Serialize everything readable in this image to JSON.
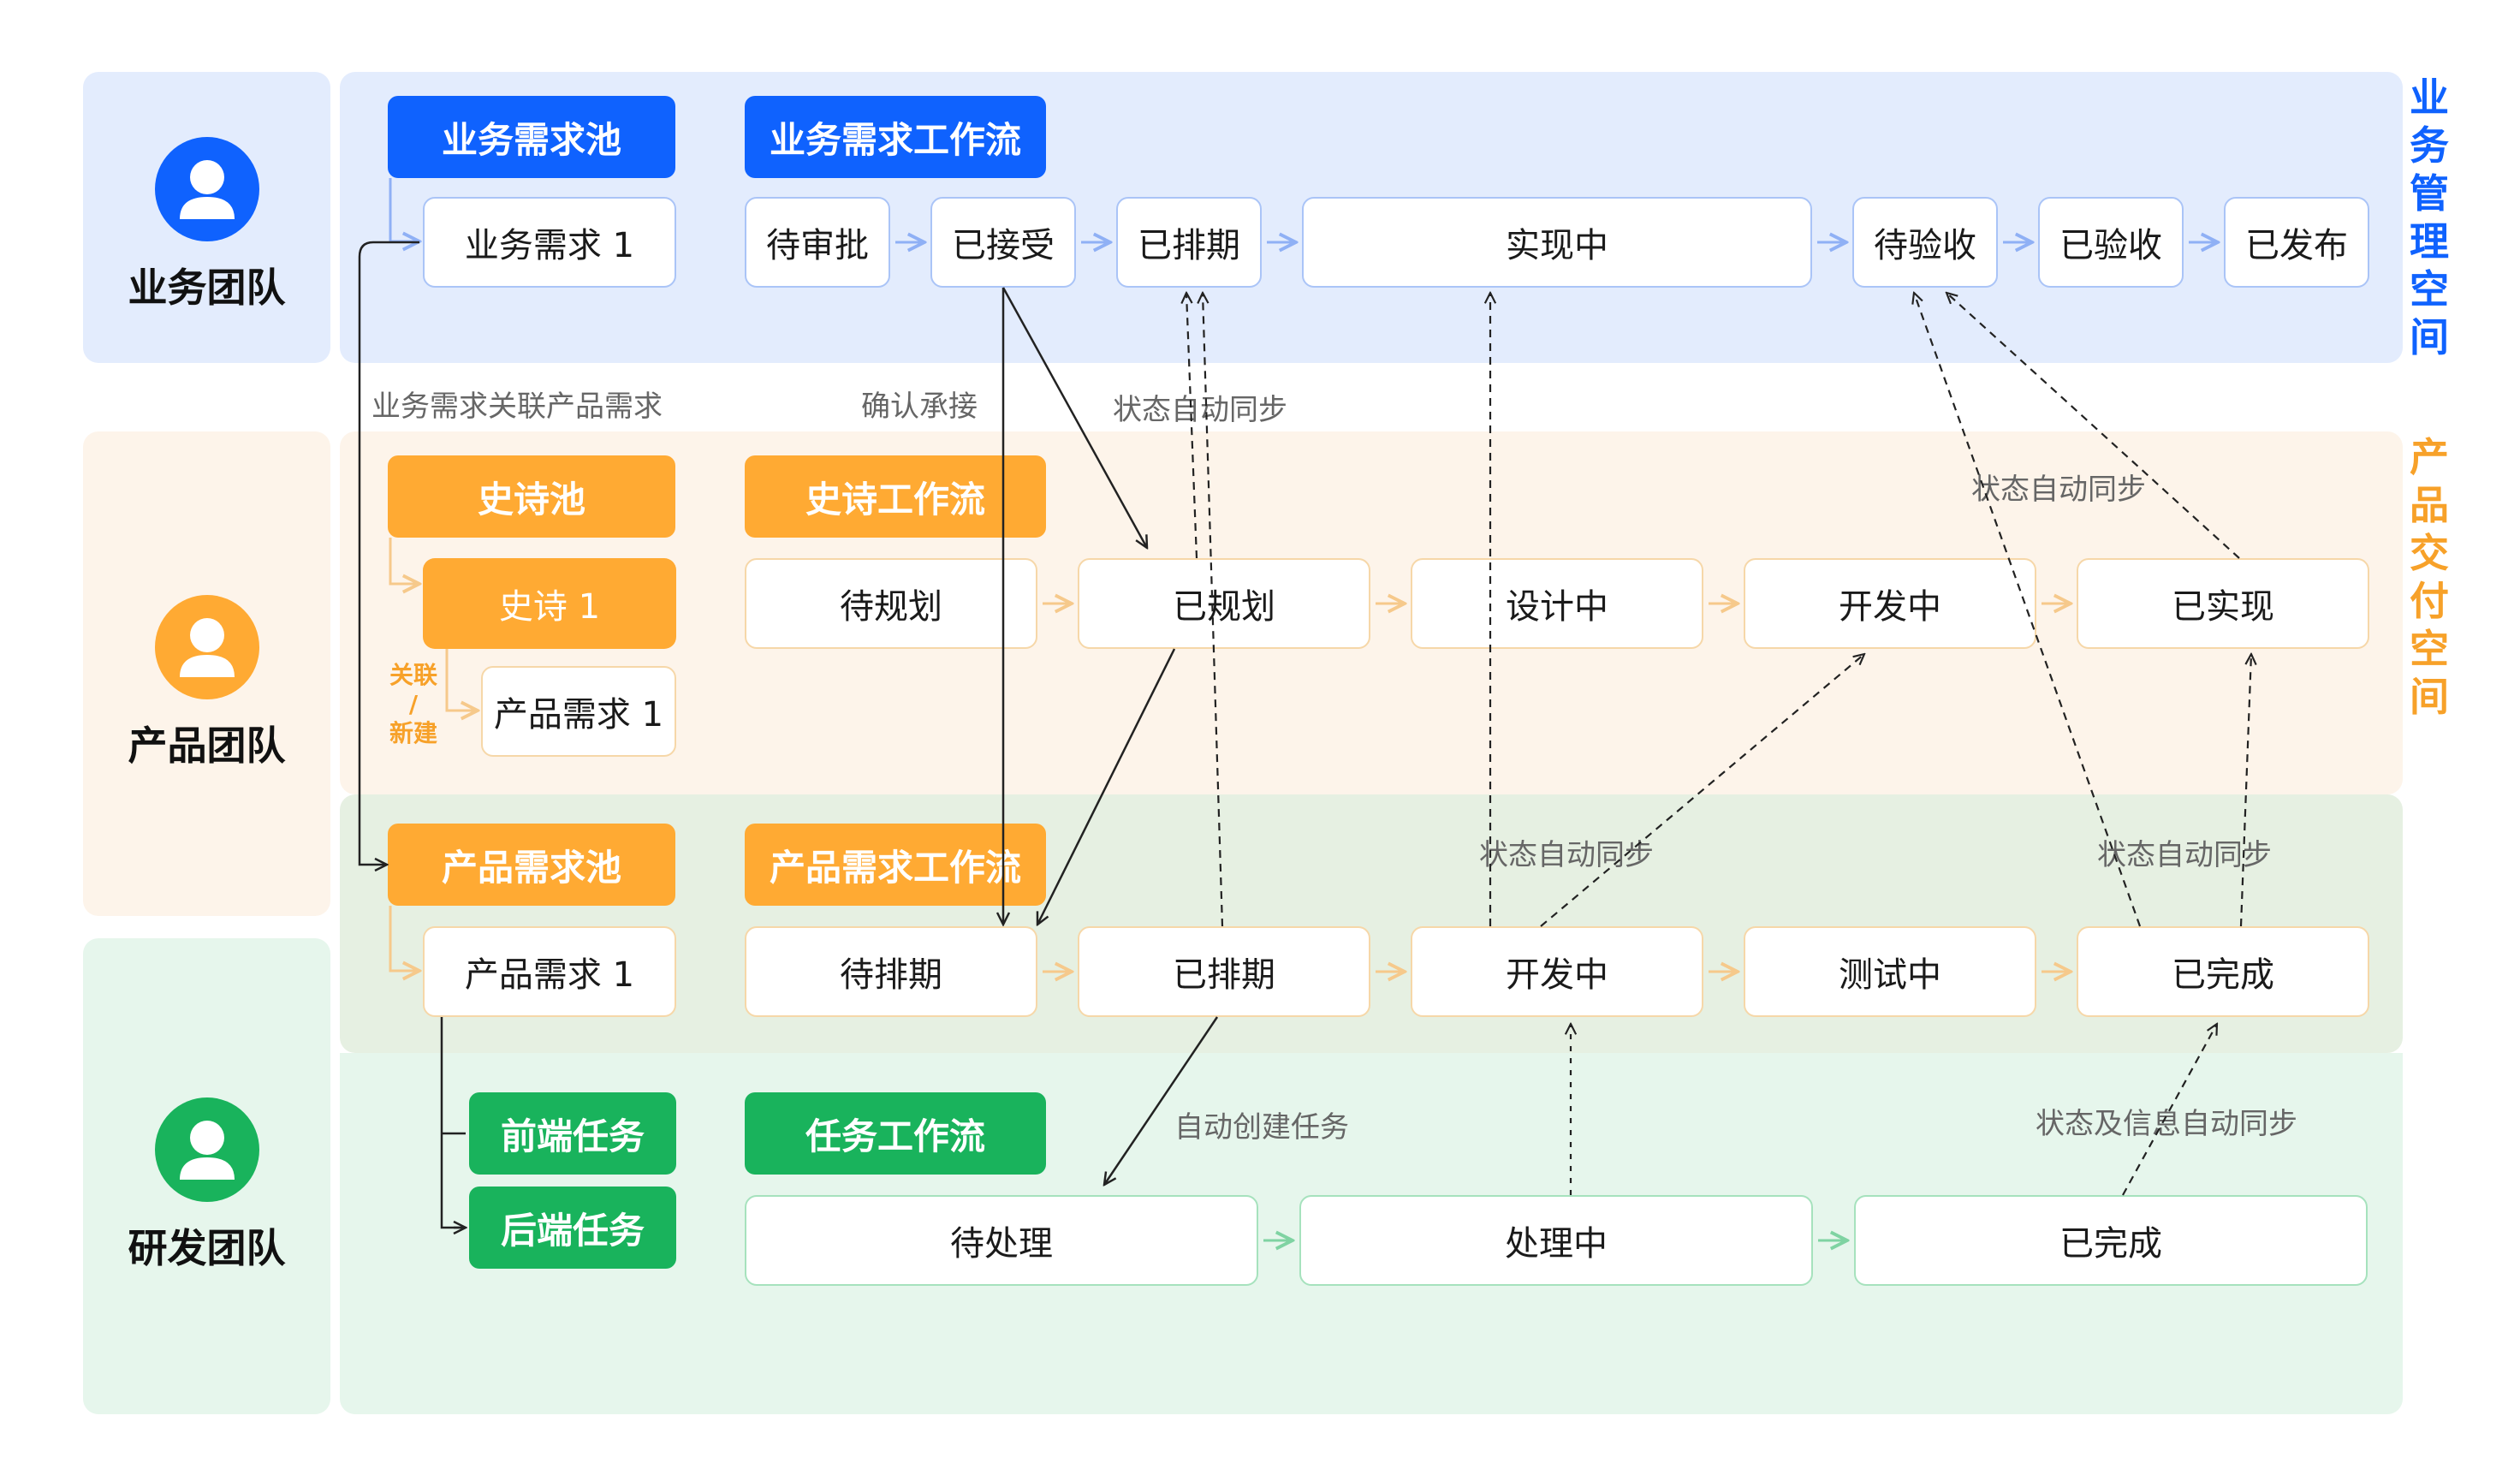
{
  "spaces": {
    "business_title": "业务管理空间",
    "product_title": "产品交付空间"
  },
  "teams": {
    "business": "业务团队",
    "product": "产品团队",
    "rnd": "研发团队"
  },
  "business": {
    "pool_header": "业务需求池",
    "workflow_header": "业务需求工作流",
    "item": "业务需求 1",
    "states": [
      "待审批",
      "已接受",
      "已排期",
      "实现中",
      "待验收",
      "已验收",
      "已发布"
    ]
  },
  "epic": {
    "pool_header": "史诗池",
    "workflow_header": "史诗工作流",
    "item": "史诗 1",
    "linked_item": "产品需求 1",
    "link_label_1": "关联",
    "link_label_2": "/",
    "link_label_3": "新建",
    "states": [
      "待规划",
      "已规划",
      "设计中",
      "开发中",
      "已实现"
    ]
  },
  "product_req": {
    "pool_header": "产品需求池",
    "workflow_header": "产品需求工作流",
    "item": "产品需求 1",
    "states": [
      "待排期",
      "已排期",
      "开发中",
      "测试中",
      "已完成"
    ]
  },
  "task": {
    "workflow_header": "任务工作流",
    "frontend": "前端任务",
    "backend": "后端任务",
    "states": [
      "待处理",
      "处理中",
      "已完成"
    ]
  },
  "annotations": {
    "link_product_req": "业务需求关联产品需求",
    "confirm": "确认承接",
    "sync_top": "状态自动同步",
    "sync_right_top": "状态自动同步",
    "sync_mid": "状态自动同步",
    "sync_right_mid": "状态自动同步",
    "auto_create": "自动创建任务",
    "sync_info": "状态及信息自动同步"
  },
  "colors": {
    "blue": "#0f62fe",
    "orange": "#ffaa33",
    "green": "#19b35c"
  }
}
